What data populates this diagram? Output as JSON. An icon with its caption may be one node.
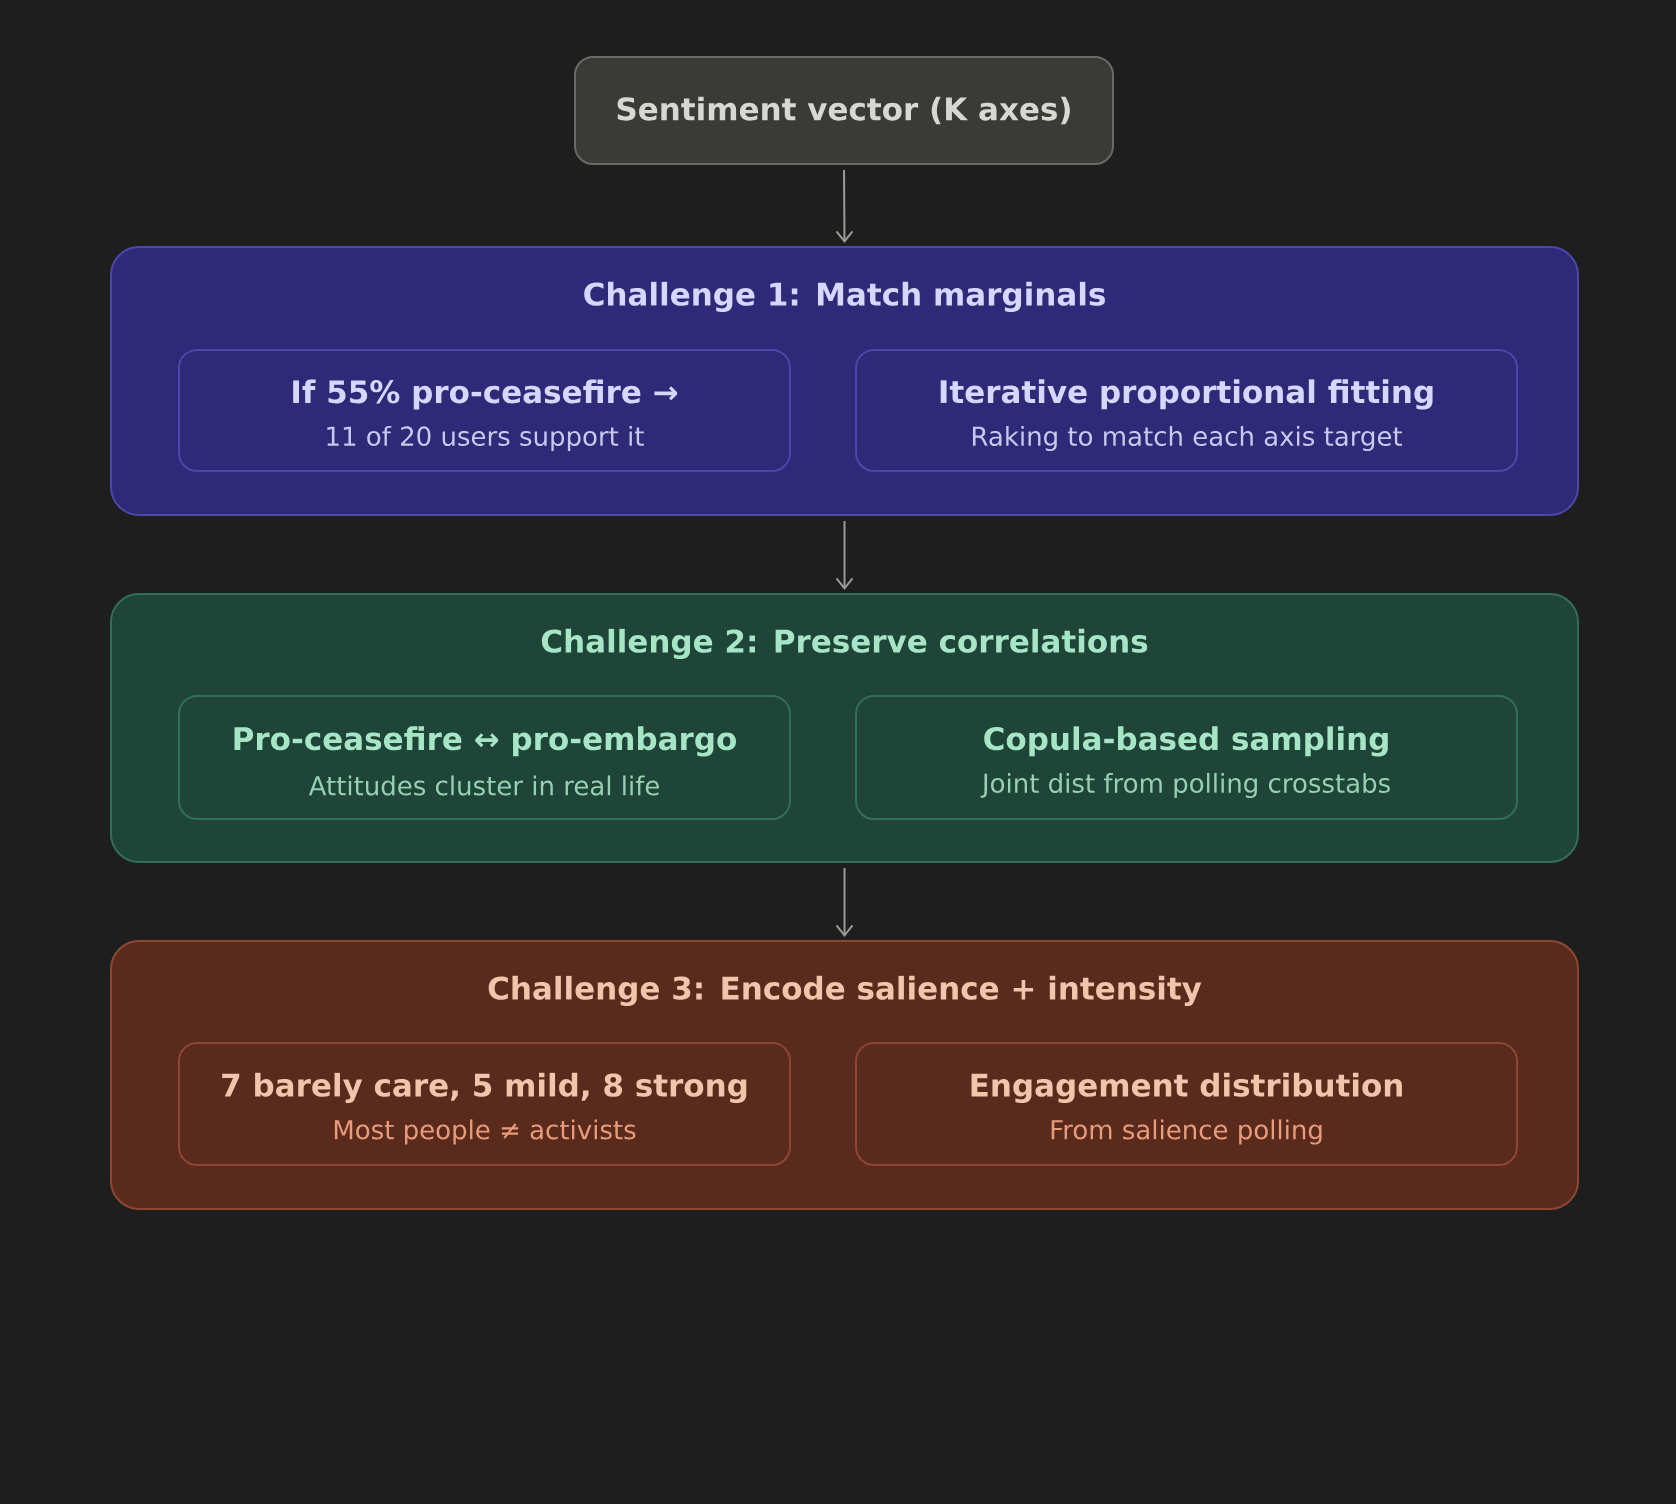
{
  "diagram": {
    "nodes": [
      {
        "text": [
          "Sentiment vector (K axes)"
        ]
      },
      {
        "text": [
          "Challenge 1: Match marginals"
        ]
      },
      {
        "text": [
          "If 55% pro-ceasefire →",
          "11 of 20 users support it"
        ],
        "in": 1
      },
      {
        "text": [
          "Iterative proportional fitting",
          "Raking to match each axis target"
        ],
        "in": 1
      },
      {
        "text": [
          "Challenge 2: Preserve correlations"
        ]
      },
      {
        "text": [
          "Pro-ceasefire ↔ pro-embargo",
          "Attitudes cluster in real life"
        ],
        "in": 4
      },
      {
        "text": [
          "Copula-based sampling",
          "Joint dist from polling crosstabs"
        ],
        "in": 4
      },
      {
        "text": [
          "Challenge 3: Encode salience + intensity"
        ]
      },
      {
        "text": [
          "7 barely care, 5 mild, 8 strong",
          "Most people ≠ activists"
        ],
        "in": 7
      },
      {
        "text": [
          "Engagement distribution",
          "From salience polling"
        ],
        "in": 7
      }
    ],
    "edges": [
      {
        "from": 0,
        "to": 1,
        "arrow": "to"
      },
      {
        "from": 1,
        "to": 4,
        "arrow": "to"
      },
      {
        "from": 4,
        "to": 7,
        "arrow": "to"
      }
    ]
  }
}
